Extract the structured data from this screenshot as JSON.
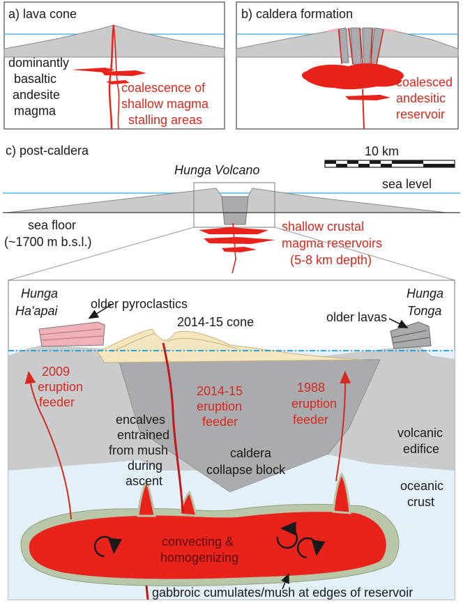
{
  "panel_a": {
    "title": "a) lava cone",
    "magma_label": [
      "dominantly",
      "basaltic",
      "andesite",
      "magma"
    ],
    "stalling_label": [
      "coalescence of",
      "shallow magma",
      "stalling areas"
    ]
  },
  "panel_b": {
    "title": "b) caldera formation",
    "reservoir_label": [
      "coalesced",
      "andesitic",
      "reservoir"
    ]
  },
  "panel_c": {
    "title": "c) post-caldera",
    "volcano_name": "Hunga Volcano",
    "scale_label": "10 km",
    "sea_level": "sea level",
    "sea_floor": [
      "sea floor",
      "(~1700 m b.s.l.)"
    ],
    "reservoirs_label": [
      "shallow crustal",
      "magma reservoirs",
      "(5-8 km depth)"
    ]
  },
  "detail": {
    "hunga_haapai": [
      "Hunga",
      "Ha'apai"
    ],
    "hunga_tonga": [
      "Hunga",
      "Tonga"
    ],
    "older_pyroclastics": "older pyroclastics",
    "cone_2014": "2014-15 cone",
    "older_lavas": "older lavas",
    "feeder_2009": [
      "2009",
      "eruption",
      "feeder"
    ],
    "feeder_2014": [
      "2014-15",
      "eruption",
      "feeder"
    ],
    "feeder_1988": [
      "1988",
      "eruption",
      "feeder"
    ],
    "enclaves": [
      "encalves",
      "entrained",
      "from mush",
      "during",
      "ascent"
    ],
    "collapse_block": [
      "caldera",
      "collapse block"
    ],
    "volcanic_edifice": [
      "volcanic",
      "edifice"
    ],
    "oceanic_crust": [
      "oceanic",
      "crust"
    ],
    "convecting": [
      "convecting &",
      "homogenizing"
    ],
    "gabbroic": "gabbroic cumulates/mush at edges of reservoir"
  },
  "colors": {
    "magma_red": "#e8231b",
    "label_red": "#d42a1e",
    "sea_line": "#4fb8e0",
    "edifice_grey": "#c9cbcd",
    "collapse_grey": "#a9abae",
    "crust_blue": "#e4f0f8",
    "cone_yellow": "#f4e6bf",
    "pyroclastic_pink": "#efb0b8",
    "mush_green": "#b9c6a8"
  }
}
